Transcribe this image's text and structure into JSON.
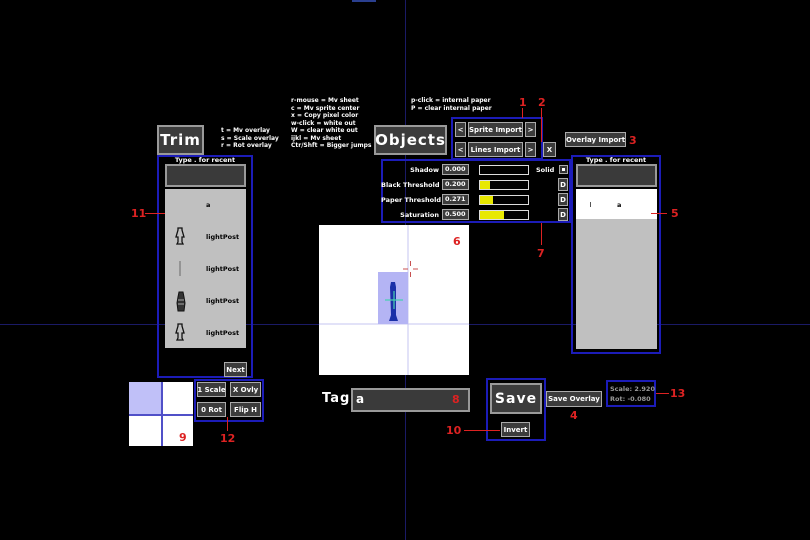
{
  "buttons": {
    "trim": "Trim",
    "objects": "Objects",
    "sprite_import": "Sprite Import",
    "lines_import": "Lines Import",
    "prev": "<",
    "next_arrow": ">",
    "close_x": "X",
    "overlay_import": "Overlay Import",
    "next": "Next",
    "scale_1": "1 Scale",
    "x_ovly": "X Ovly",
    "rot_0": "0 Rot",
    "flip_h": "Flip H",
    "save": "Save",
    "save_overlay": "Save Overlay",
    "invert": "Invert",
    "d": "D"
  },
  "help": {
    "left": "t = Mv overlay\ns = Scale overlay\nr = Rot overlay",
    "middle": "r-mouse = Mv sheet\nc = Mv sprite center\nx = Copy pixel color\nw-click = white out\nW = clear white out\nijkl = Mv sheet\nCtr/Shft = Bigger jumps",
    "right": "p-click = internal paper\nP = clear internal paper"
  },
  "left_list": {
    "title": "Type . for recent",
    "items": [
      {
        "label": "a",
        "icon": "none"
      },
      {
        "label": "lightPost",
        "icon": "lantern-icon"
      },
      {
        "label": "lightPost",
        "icon": "pole-icon"
      },
      {
        "label": "lightPost",
        "icon": "ornate-post-icon"
      },
      {
        "label": "lightPost",
        "icon": "lantern-icon"
      }
    ]
  },
  "right_list": {
    "title": "Type . for recent",
    "items": [
      {
        "label": "a",
        "icon": "thin-line-icon"
      }
    ]
  },
  "sliders": [
    {
      "label": "Shadow",
      "value": "0.000",
      "fill": 0.0,
      "extra": "Solid"
    },
    {
      "label": "Black Threshold",
      "value": "0.200",
      "fill": 0.2,
      "extra": "D"
    },
    {
      "label": "Paper Threshold",
      "value": "0.271",
      "fill": 0.271,
      "extra": "D"
    },
    {
      "label": "Saturation",
      "value": "0.500",
      "fill": 0.5,
      "extra": "D"
    }
  ],
  "tag": {
    "label": "Tag",
    "value": "a"
  },
  "readout": {
    "scale": "Scale: 2.920",
    "rot": "Rot: -0.080"
  },
  "annotations": [
    "1",
    "2",
    "3",
    "4",
    "5",
    "6",
    "7",
    "8",
    "9",
    "10",
    "11",
    "12",
    "13"
  ],
  "colors": {
    "accent_blue": "#1c1cb8",
    "annotation_red": "#dd2222",
    "slider_fill": "#e8e800"
  }
}
